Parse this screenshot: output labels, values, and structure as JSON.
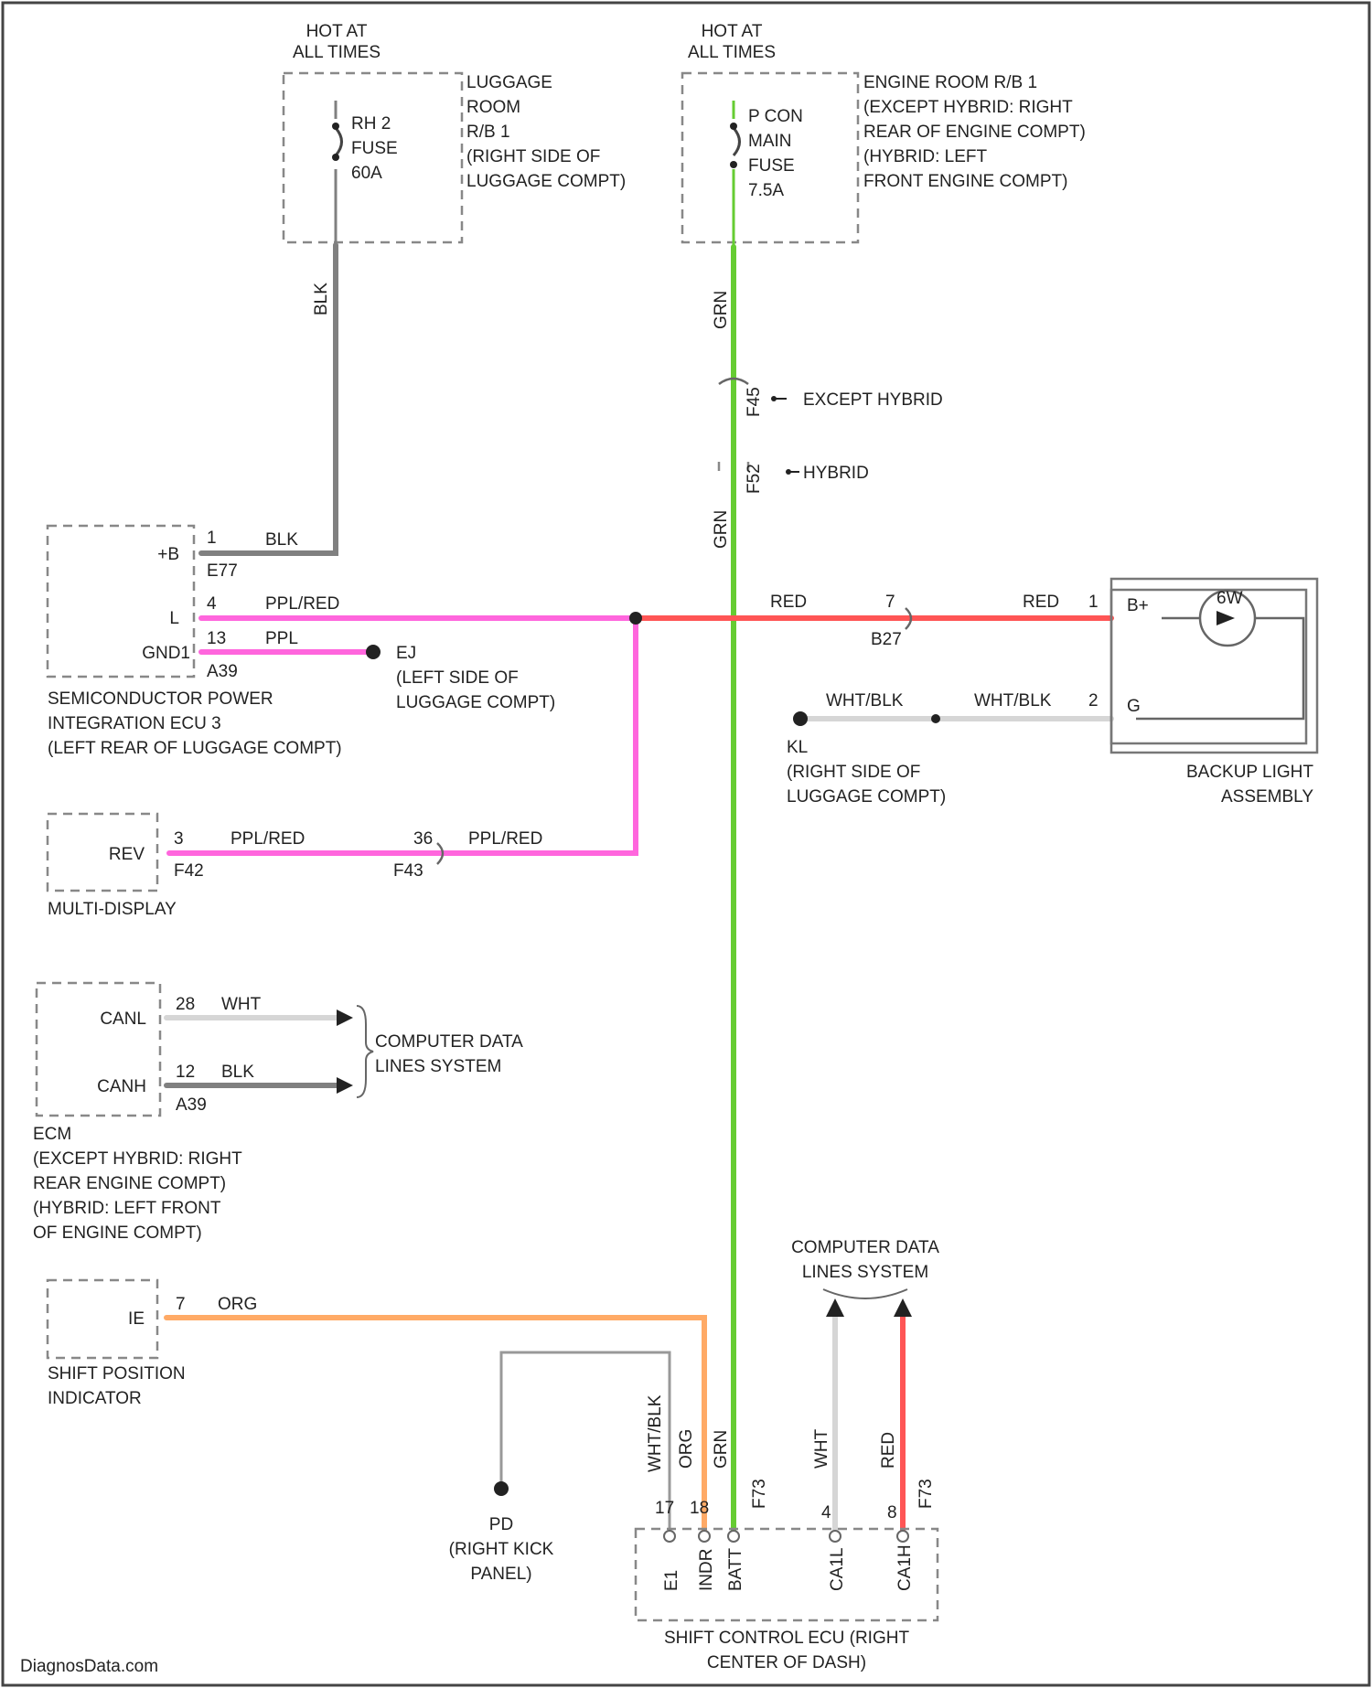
{
  "colors": {
    "green": "#66cc33",
    "pink": "#ff66dd",
    "red": "#ff5555",
    "orange": "#ffaa66",
    "black": "#808080",
    "gray": "#999999",
    "white": "#d6d6d6",
    "background": "#ffffff"
  },
  "power_left": {
    "hot_line1": "HOT AT",
    "hot_line2": "ALL TIMES",
    "fuse_lines": [
      "RH 2",
      "FUSE",
      "60A"
    ],
    "location_lines": [
      "LUGGAGE",
      "ROOM",
      "R/B 1",
      "(RIGHT SIDE OF",
      "LUGGAGE COMPT)"
    ],
    "wire_color": "BLK"
  },
  "power_right": {
    "hot_line1": "HOT AT",
    "hot_line2": "ALL TIMES",
    "fuse_lines": [
      "P CON",
      "MAIN",
      "FUSE",
      "7.5A"
    ],
    "location_lines": [
      "ENGINE ROOM R/B 1",
      "(EXCEPT HYBRID: RIGHT",
      "REAR OF ENGINE COMPT)",
      "(HYBRID: LEFT",
      "FRONT ENGINE COMPT)"
    ],
    "wire_color_top": "GRN",
    "connector_except_hybrid": "F45",
    "label_except_hybrid": "EXCEPT HYBRID",
    "connector_hybrid": "F52",
    "label_hybrid": "HYBRID",
    "wire_color_mid": "GRN"
  },
  "semiconductor_ecu": {
    "pins": [
      {
        "name": "+B",
        "num": "1",
        "wire": "BLK",
        "conn": "E77"
      },
      {
        "name": "L",
        "num": "4",
        "wire": "PPL/RED",
        "conn": ""
      },
      {
        "name": "GND1",
        "num": "13",
        "wire": "PPL",
        "conn": "A39"
      }
    ],
    "ground_lines": [
      "EJ",
      "(LEFT SIDE OF",
      "LUGGAGE COMPT)"
    ],
    "title_lines": [
      "SEMICONDUCTOR POWER",
      "INTEGRATION ECU 3",
      "(LEFT REAR OF LUGGAGE COMPT)"
    ]
  },
  "backup_light": {
    "wire_left": "RED",
    "pin_left_num": "7",
    "conn_left": "B27",
    "wire_right": "RED",
    "pin_right_num": "1",
    "pin_b": "B+",
    "pin_g_num": "2",
    "pin_g": "G",
    "bulb_label": "6W",
    "gnd_wire_left": "WHT/BLK",
    "gnd_wire_right": "WHT/BLK",
    "ground_lines": [
      "KL",
      "(RIGHT SIDE OF",
      "LUGGAGE COMPT)"
    ],
    "title_lines": [
      "BACKUP LIGHT",
      "ASSEMBLY"
    ]
  },
  "multi_display": {
    "pin_name": "REV",
    "num": "3",
    "conn": "F42",
    "wire_left": "PPL/RED",
    "num2": "36",
    "conn2": "F43",
    "wire_right": "PPL/RED",
    "title": "MULTI-DISPLAY"
  },
  "ecm": {
    "pins": [
      {
        "name": "CANL",
        "num": "28",
        "wire": "WHT"
      },
      {
        "name": "CANH",
        "num": "12",
        "wire": "BLK",
        "conn": "A39"
      }
    ],
    "data_lines": [
      "COMPUTER DATA",
      "LINES SYSTEM"
    ],
    "title_lines": [
      "ECM",
      "(EXCEPT HYBRID: RIGHT",
      "REAR ENGINE COMPT)",
      "(HYBRID: LEFT FRONT",
      "OF ENGINE COMPT)"
    ]
  },
  "shift_indicator": {
    "pin_name": "IE",
    "num": "7",
    "wire": "ORG",
    "title_lines": [
      "SHIFT POSITION",
      "INDICATOR"
    ]
  },
  "ground_pd": {
    "lines": [
      "PD",
      "(RIGHT KICK",
      "PANEL)"
    ]
  },
  "shift_control_ecu": {
    "data_lines": [
      "COMPUTER DATA",
      "LINES SYSTEM"
    ],
    "wires": [
      {
        "pin": "E1",
        "num": "17",
        "wire": "WHT/BLK"
      },
      {
        "pin": "INDR",
        "num": "18",
        "wire": "ORG"
      },
      {
        "pin": "BATT",
        "num": "",
        "wire": "GRN"
      },
      {
        "pin": "CA1L",
        "num": "4",
        "wire": "WHT"
      },
      {
        "pin": "CA1H",
        "num": "8",
        "wire": "RED"
      }
    ],
    "conn": "F73",
    "conn2": "F73",
    "title_lines": [
      "SHIFT CONTROL ECU (RIGHT",
      "CENTER OF DASH)"
    ]
  },
  "watermark": "DiagnosData.com"
}
